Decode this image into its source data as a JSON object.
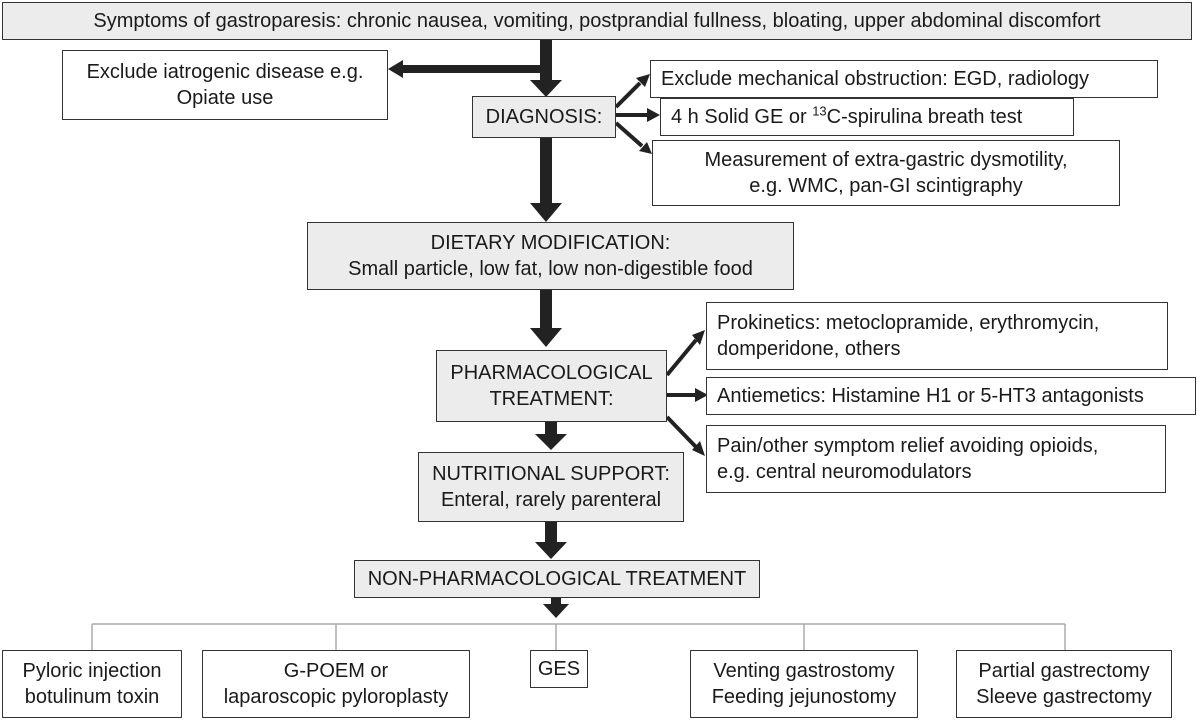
{
  "symptoms": "Symptoms of gastroparesis: chronic nausea, vomiting, postprandial fullness, bloating, upper abdominal discomfort",
  "exclude_iatrogenic": {
    "line1": "Exclude iatrogenic disease e.g.",
    "line2": "Opiate use"
  },
  "diagnosis": {
    "label": "DIAGNOSIS:",
    "mechanical": "Exclude mechanical obstruction: EGD, radiology",
    "ge_test": {
      "before": "4 h Solid GE or ",
      "superscript": "13",
      "after": "C-spirulina breath test"
    },
    "extra_gastric": {
      "line1": "Measurement of extra-gastric dysmotility,",
      "line2": "e.g. WMC, pan-GI scintigraphy"
    }
  },
  "dietary": {
    "line1": "DIETARY MODIFICATION:",
    "line2": "Small particle, low fat, low non-digestible food"
  },
  "pharmacological": {
    "line1": "PHARMACOLOGICAL",
    "line2": "TREATMENT:",
    "prokinetics": {
      "line1": "Prokinetics: metoclopramide, erythromycin,",
      "line2": "domperidone, others"
    },
    "antiemetics": "Antiemetics: Histamine H1 or 5-HT3 antagonists",
    "pain": {
      "line1": "Pain/other symptom relief avoiding opioids,",
      "line2": "e.g. central neuromodulators"
    }
  },
  "nutritional": {
    "line1": "NUTRITIONAL SUPPORT:",
    "line2": "Enteral, rarely parenteral"
  },
  "non_pharmacological": "NON-PHARMACOLOGICAL TREATMENT",
  "options": [
    {
      "line1": "Pyloric injection",
      "line2": "botulinum toxin"
    },
    {
      "line1": "G-POEM or",
      "line2": "laparoscopic pyloroplasty"
    },
    {
      "line1": "GES",
      "line2": ""
    },
    {
      "line1": "Venting gastrostomy",
      "line2": "Feeding jejunostomy"
    },
    {
      "line1": "Partial gastrectomy",
      "line2": "Sleeve gastrectomy"
    }
  ],
  "colors": {
    "box_fill": "#ececec",
    "border": "#333333",
    "arrow": "#222222",
    "connector": "#aaaaaa"
  }
}
